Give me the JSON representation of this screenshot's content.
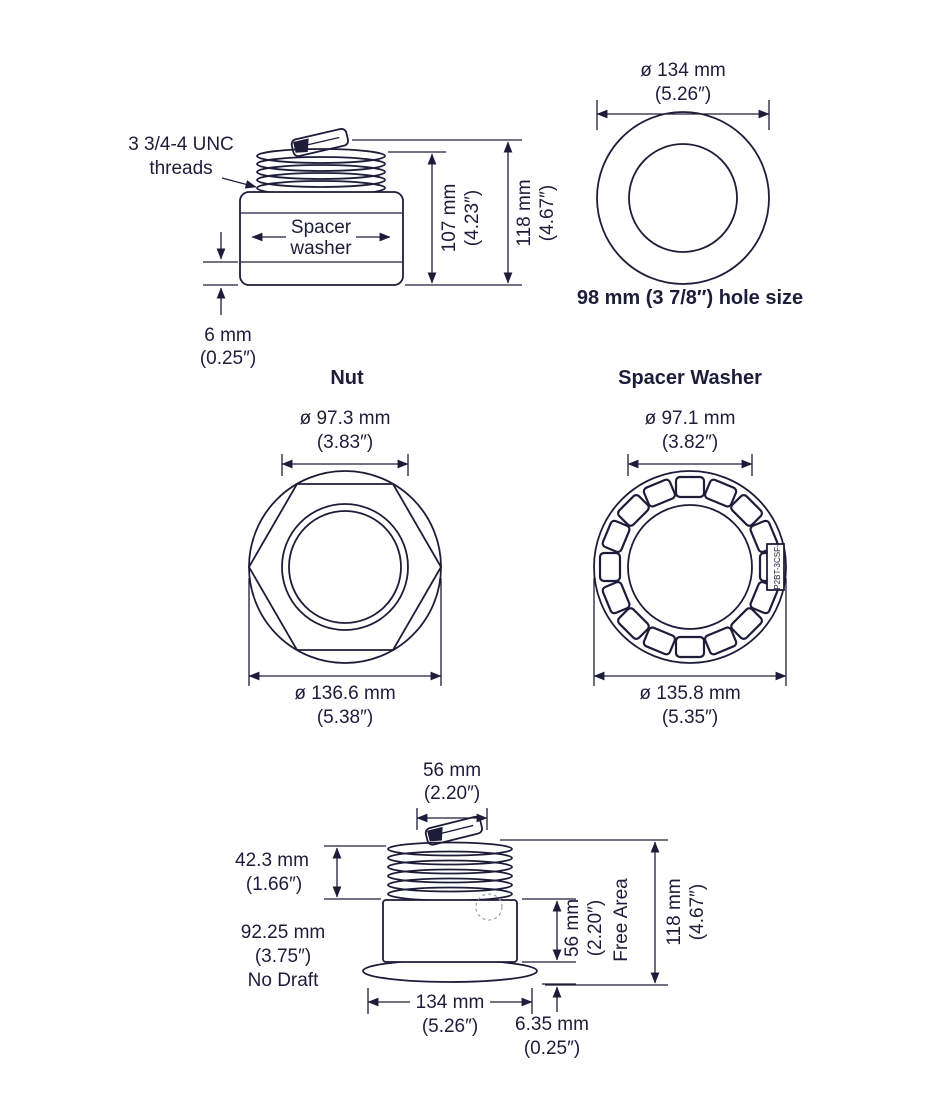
{
  "side_view": {
    "unc_1": "3 3/4-4 UNC",
    "unc_2": "threads",
    "spacer_1": "Spacer",
    "spacer_2": "washer",
    "h107_1": "107 mm",
    "h107_2": "(4.23″)",
    "h118_1": "118 mm",
    "h118_2": "(4.67″)",
    "lip_1": "6 mm",
    "lip_2": "(0.25″)"
  },
  "hole": {
    "dia_1": "ø 134 mm",
    "dia_2": "(5.26″)",
    "size": "98 mm (3 7/8″) hole size"
  },
  "nut": {
    "title": "Nut",
    "inner_1": "ø 97.3 mm",
    "inner_2": "(3.83″)",
    "outer_1": "ø 136.6 mm",
    "outer_2": "(5.38″)"
  },
  "washer": {
    "title": "Spacer Washer",
    "inner_1": "ø 97.1 mm",
    "inner_2": "(3.82″)",
    "outer_1": "ø 135.8 mm",
    "outer_2": "(5.35″)",
    "part_tag": "P2BT-3CSF-"
  },
  "install": {
    "top_1": "56 mm",
    "top_2": "(2.20″)",
    "thread_1": "42.3 mm",
    "thread_2": "(1.66″)",
    "nodraft_1": "92.25 mm",
    "nodraft_2": "(3.75″)",
    "nodraft_3": "No Draft",
    "free_1": "56 mm",
    "free_2": "(2.20″)",
    "free_3": "Free Area",
    "total_1": "118 mm",
    "total_2": "(4.67″)",
    "flanged_1": "134 mm",
    "flanged_2": "(5.26″)",
    "flanget_1": "6.35 mm",
    "flanget_2": "(0.25″)"
  }
}
